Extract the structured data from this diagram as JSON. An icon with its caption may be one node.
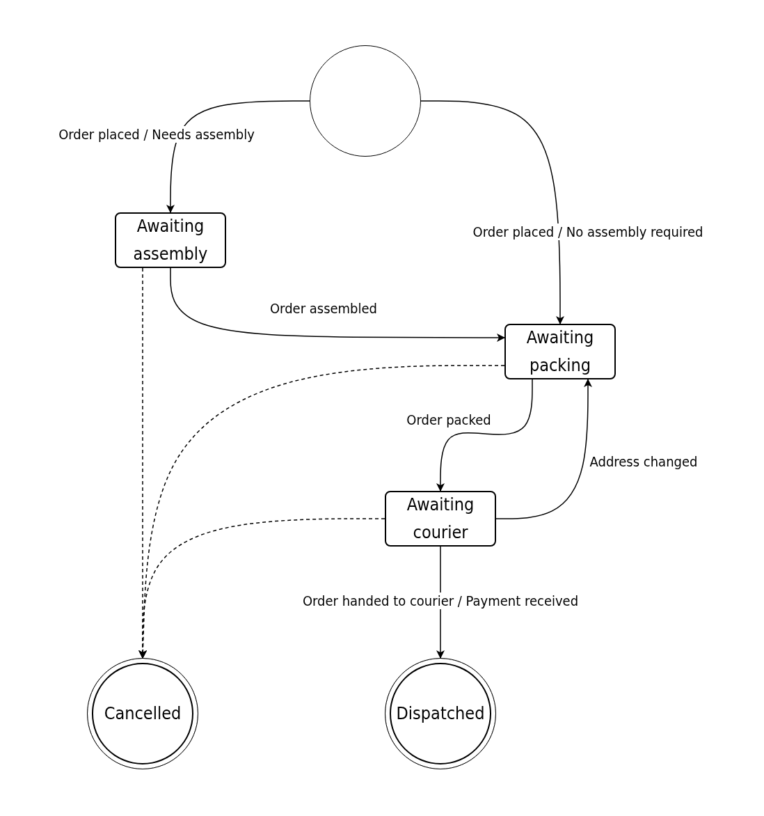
{
  "diagram": {
    "nodes": [
      {
        "text": [],
        "shape": "circle"
      },
      {
        "text": [
          "Awaiting assembly"
        ]
      },
      {
        "text": [
          "Awaiting packing"
        ]
      },
      {
        "text": [
          "Awaiting courier"
        ]
      },
      {
        "text": [
          "Cancelled"
        ]
      },
      {
        "text": [
          "Dispatched"
        ]
      }
    ],
    "edges": [
      {
        "from": 0,
        "to": 1,
        "arrow": "to",
        "label": "Order placed / Needs assembly"
      },
      {
        "from": 0,
        "to": 2,
        "arrow": "to",
        "label": "Order placed / No assembly required"
      },
      {
        "from": 1,
        "to": 2,
        "arrow": "to",
        "label": "Order assembled"
      },
      {
        "from": 2,
        "to": 3,
        "arrow": "to",
        "label": "Order packed"
      },
      {
        "from": 3,
        "to": 2,
        "arrow": "to",
        "label": "Address changed"
      },
      {
        "from": 3,
        "to": 5,
        "arrow": "to",
        "label": "Order handed to courier / Payment received"
      },
      {
        "from": 1,
        "to": 4,
        "arrow": "to",
        "style": "dashed"
      },
      {
        "from": 2,
        "to": 4,
        "arrow": "to",
        "style": "dashed"
      },
      {
        "from": 3,
        "to": 4,
        "arrow": "to",
        "style": "dashed"
      }
    ]
  }
}
